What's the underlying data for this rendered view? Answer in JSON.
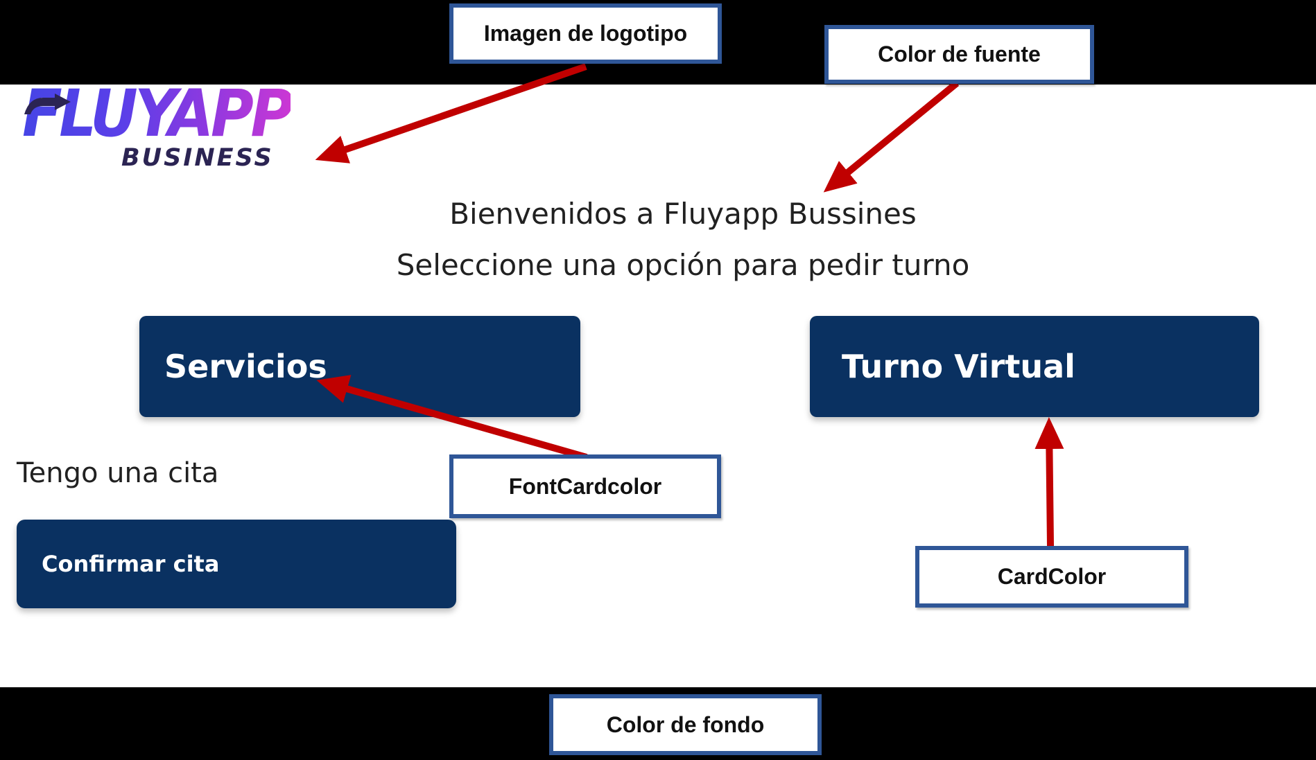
{
  "app": {
    "logo": {
      "brand": "FLUYAPP",
      "sub": "BUSINESS",
      "arrow_icon": "arrow-right-swoosh"
    },
    "welcome_title": "Bienvenidos a Fluyapp Bussines",
    "welcome_subtitle": "Seleccione una opción para pedir turno",
    "cards": [
      {
        "label": "Servicios"
      },
      {
        "label": "Turno Virtual"
      }
    ],
    "appointment_prompt": "Tengo una cita",
    "confirm_button": "Confirmar cita"
  },
  "annotations": {
    "labels": [
      {
        "id": "logo-image",
        "text": "Imagen de logotipo",
        "points_to": "logo"
      },
      {
        "id": "font-color",
        "text": "Color de fuente",
        "points_to": "welcome_title"
      },
      {
        "id": "font-card-color",
        "text": "FontCardcolor",
        "points_to": "card Servicios label"
      },
      {
        "id": "card-color",
        "text": "CardColor",
        "points_to": "card Turno Virtual"
      },
      {
        "id": "background-color",
        "text": "Color de fondo",
        "points_to": "page background"
      }
    ]
  },
  "colors": {
    "card": "#0A3161",
    "card-font": "#FFFFFF",
    "font": "#212121",
    "page-bg": "#FFFFFF",
    "frame": "#000000",
    "callout-border": "#2F5697",
    "arrow": "#C00000",
    "logo-dark": "#2B2453",
    "logo-grad-start": "#4645E6",
    "logo-grad-mid": "#8C39E0",
    "logo-grad-end": "#CB37D4"
  }
}
